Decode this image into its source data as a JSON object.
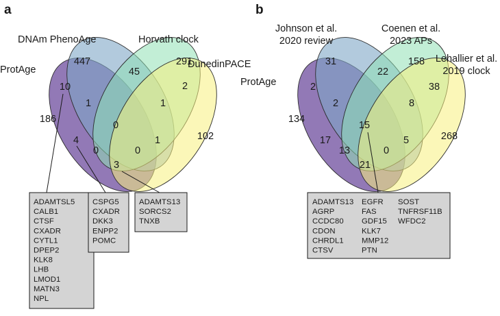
{
  "panel_a": {
    "letter": "a",
    "labels": {
      "dnam": "DNAm PhenoAge",
      "horvath": "Horvath clock",
      "dunedin": "DunedinPACE",
      "protage": "ProtAge"
    },
    "counts": {
      "dnam_only": "447",
      "horvath_only": "291",
      "dunedin_only": "102",
      "protage_only": "186",
      "dnam_horvath": "45",
      "horvath_dunedin": "2",
      "protage_dnam": "10",
      "dnam_dunedin": "1",
      "protage_horvath": "1",
      "all_four": "0",
      "protage_dnam_horvath": "4",
      "protage_dnam_dunedin": "0",
      "protage_horvath_dunedin": "0",
      "dnam_horvath_dunedin": "1",
      "protage_dunedin": "3"
    },
    "gene_boxes": [
      [
        "ADAMTSL5",
        "CALB1",
        "CTSF",
        "CXADR",
        "CYTL1",
        "DPEP2",
        "KLK8",
        "LHB",
        "LMOD1",
        "MATN3",
        "NPL"
      ],
      [
        "CSPG5",
        "CXADR",
        "DKK3",
        "ENPP2",
        "POMC"
      ],
      [
        "ADAMTS13",
        "SORCS2",
        "TNXB"
      ]
    ]
  },
  "panel_b": {
    "letter": "b",
    "labels": {
      "johnson_l1": "Johnson et al.",
      "johnson_l2": "2020 review",
      "coenen_l1": "Coenen et al.",
      "coenen_l2": "2023 APs",
      "lehallier_l1": "Lehallier et al.",
      "lehallier_l2": "2019 clock",
      "protage": "ProtAge"
    },
    "counts": {
      "johnson_only": "31",
      "coenen_only": "158",
      "lehallier_only": "268",
      "protage_only": "134",
      "johnson_coenen": "22",
      "coenen_lehallier": "38",
      "protage_johnson": "2",
      "johnson_lehallier": "2",
      "protage_coenen": "8",
      "all_four": "15",
      "protage_johnson_coenen": "17",
      "protage_johnson_lehallier": "13",
      "protage_coenen_lehallier": "0",
      "johnson_coenen_lehallier": "5",
      "protage_lehallier": "21"
    },
    "gene_columns": [
      [
        "ADAMTS13",
        "AGRP",
        "CCDC80",
        "CDON",
        "CHRDL1",
        "CTSV"
      ],
      [
        "EGFR",
        "FAS",
        "GDF15",
        "KLK7",
        "MMP12",
        "PTN"
      ],
      [
        "SOST",
        "TNFRSF11B",
        "WFDC2"
      ]
    ]
  },
  "colors": {
    "purple": "#7a5ca6",
    "blue": "#7fa7c6",
    "green": "#8fe0b4",
    "yellow": "#f7f07e",
    "box_fill": "#d4d4d4"
  }
}
